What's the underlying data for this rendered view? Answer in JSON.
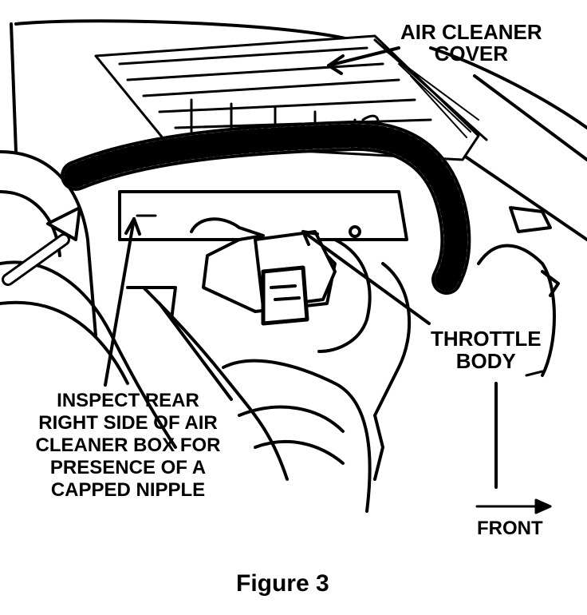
{
  "labels": {
    "air_cleaner_cover": [
      "AIR CLEANER",
      "COVER"
    ],
    "throttle_body": [
      "THROTTLE",
      "BODY"
    ],
    "inspect_note": [
      "INSPECT REAR",
      "RIGHT SIDE OF AIR",
      "CLEANER BOX FOR",
      "PRESENCE OF A",
      "CAPPED NIPPLE"
    ],
    "front": "FRONT",
    "figure": "Figure 3"
  },
  "colors": {
    "ink": "#000000",
    "paper": "#ffffff"
  }
}
